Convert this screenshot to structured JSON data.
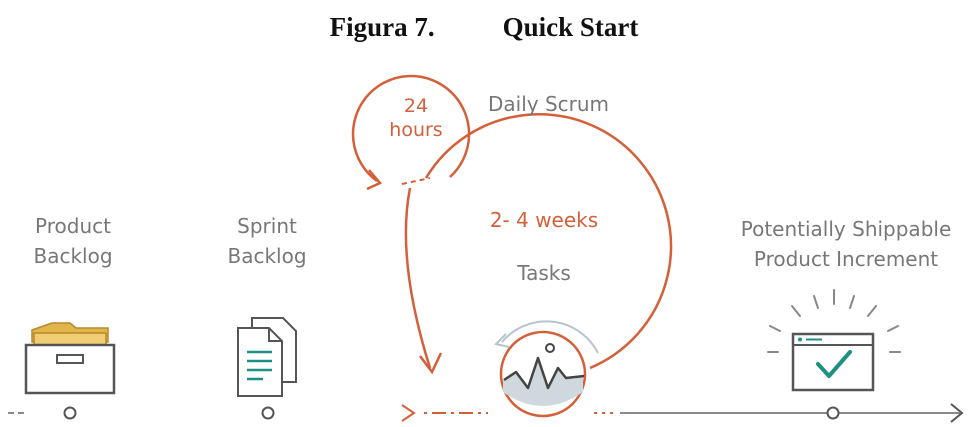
{
  "figure": {
    "number": "Figura 7.",
    "title": "Quick Start"
  },
  "labels": {
    "product_backlog": [
      "Product",
      "Backlog"
    ],
    "sprint_backlog": [
      "Sprint",
      "Backlog"
    ],
    "daily_scrum": "Daily Scrum",
    "hours": [
      "24",
      "hours"
    ],
    "weeks": "2- 4 weeks",
    "tasks": "Tasks",
    "increment": [
      "Potentially Shippable",
      "Product Increment"
    ]
  },
  "icons": [
    "folder-box-icon",
    "document-icon",
    "pulse-chart-icon",
    "browser-check-icon"
  ],
  "colors": {
    "accent": "#d4603a",
    "line_gray": "#8a8a8a",
    "icon_stroke": "#555555",
    "icon_teal": "#1f8f86",
    "folder_gold": "#e2b54c",
    "pulse_fill": "#cfd8dc"
  }
}
